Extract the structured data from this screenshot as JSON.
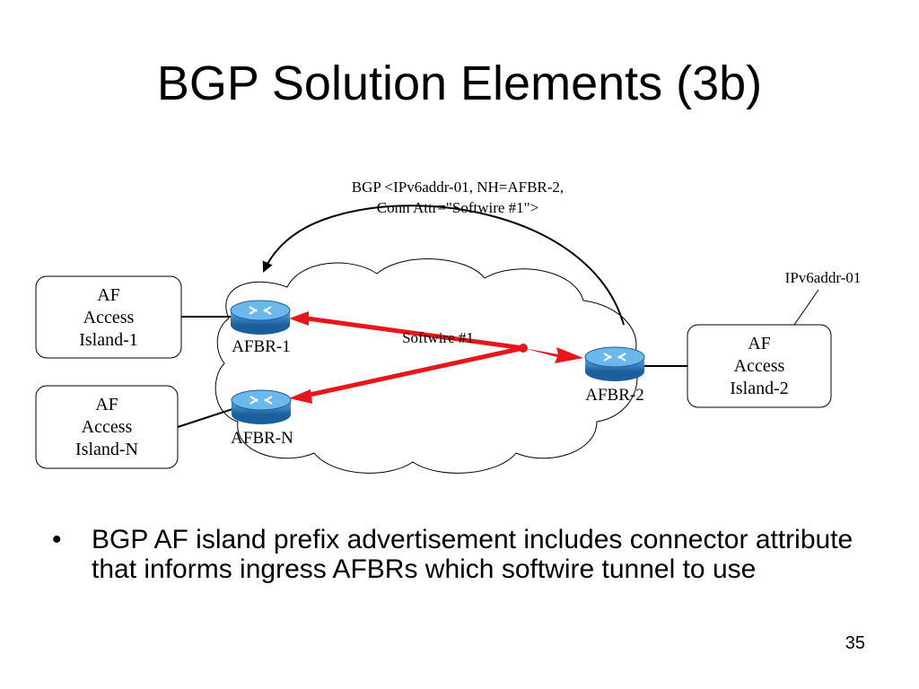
{
  "slide": {
    "title": "BGP Solution Elements (3b)",
    "page_number": "35"
  },
  "diagram": {
    "bgp_annotation_line1": "BGP <IPv6addr-01, NH=AFBR-2,",
    "bgp_annotation_line2": "Conn Attr=\"Softwire #1\">",
    "address_label": "IPv6addr-01",
    "softwire_label": "Softwire #1",
    "islands": [
      {
        "lines": [
          "AF",
          "Access",
          "Island-1"
        ]
      },
      {
        "lines": [
          "AF",
          "Access",
          "Island-N"
        ]
      },
      {
        "lines": [
          "AF",
          "Access",
          "Island-2"
        ]
      }
    ],
    "routers": [
      {
        "label": "AFBR-1"
      },
      {
        "label": "AFBR-N"
      },
      {
        "label": "AFBR-2"
      }
    ],
    "colors": {
      "softwire": "#e8161b",
      "router_top": "#4a9fd6",
      "router_body": "#1e6eb0"
    },
    "icons": [
      "router-icon",
      "cloud-shape",
      "arrow-icon"
    ]
  },
  "bullets": [
    {
      "marker": "•",
      "text": "BGP AF island prefix advertisement includes connector attribute that informs ingress AFBRs which softwire tunnel to use"
    }
  ]
}
